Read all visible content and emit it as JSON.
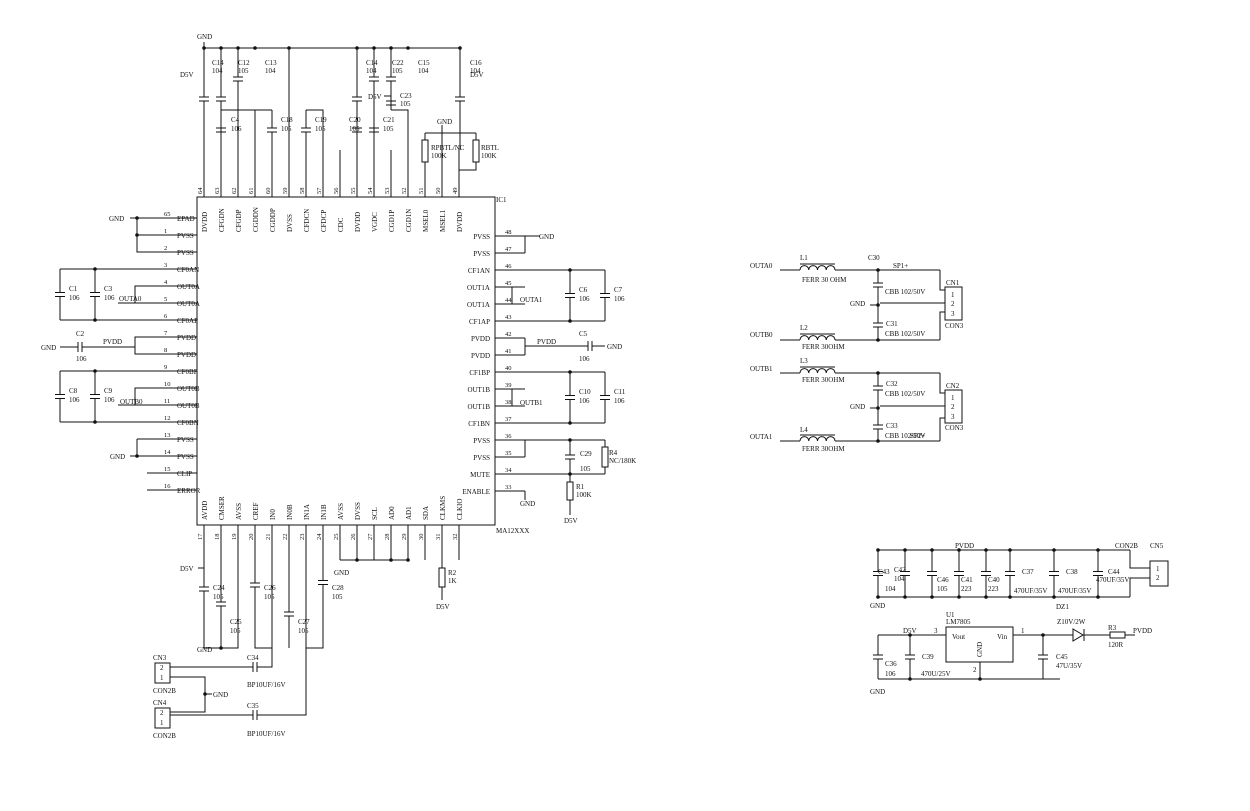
{
  "ic": {
    "ref": "IC1",
    "part": "MA12XXX",
    "left_pins": [
      {
        "num": "65",
        "name": "EPAD"
      },
      {
        "num": "1",
        "name": "PVSS"
      },
      {
        "num": "2",
        "name": "PVSS"
      },
      {
        "num": "3",
        "name": "CF0AN"
      },
      {
        "num": "4",
        "name": "OUT0A"
      },
      {
        "num": "5",
        "name": "OUT0A"
      },
      {
        "num": "6",
        "name": "CF0AP"
      },
      {
        "num": "7",
        "name": "PVDD"
      },
      {
        "num": "8",
        "name": "PVDD"
      },
      {
        "num": "9",
        "name": "CF0BP"
      },
      {
        "num": "10",
        "name": "OUT0B"
      },
      {
        "num": "11",
        "name": "OUT0B"
      },
      {
        "num": "12",
        "name": "CF0BN"
      },
      {
        "num": "13",
        "name": "PVSS"
      },
      {
        "num": "14",
        "name": "PVSS"
      },
      {
        "num": "15",
        "name": "CLIP"
      },
      {
        "num": "16",
        "name": "ERROR"
      }
    ],
    "right_pins": [
      {
        "num": "48",
        "name": "PVSS"
      },
      {
        "num": "47",
        "name": "PVSS"
      },
      {
        "num": "46",
        "name": "CF1AN"
      },
      {
        "num": "45",
        "name": "OUT1A"
      },
      {
        "num": "44",
        "name": "OUT1A"
      },
      {
        "num": "43",
        "name": "CF1AP"
      },
      {
        "num": "42",
        "name": "PVDD"
      },
      {
        "num": "41",
        "name": "PVDD"
      },
      {
        "num": "40",
        "name": "CF1BP"
      },
      {
        "num": "39",
        "name": "OUT1B"
      },
      {
        "num": "38",
        "name": "OUT1B"
      },
      {
        "num": "37",
        "name": "CF1BN"
      },
      {
        "num": "36",
        "name": "PVSS"
      },
      {
        "num": "35",
        "name": "PVSS"
      },
      {
        "num": "34",
        "name": "MUTE"
      },
      {
        "num": "33",
        "name": "ENABLE"
      }
    ],
    "top_pins": [
      {
        "num": "64",
        "name": "DVDD"
      },
      {
        "num": "63",
        "name": "CFGDN"
      },
      {
        "num": "62",
        "name": "CFGDP"
      },
      {
        "num": "61",
        "name": "CGDDN"
      },
      {
        "num": "60",
        "name": "CGDDP"
      },
      {
        "num": "59",
        "name": "DVSS"
      },
      {
        "num": "58",
        "name": "CFDCN"
      },
      {
        "num": "57",
        "name": "CFDCP"
      },
      {
        "num": "56",
        "name": "CDC"
      },
      {
        "num": "55",
        "name": "DVDD"
      },
      {
        "num": "54",
        "name": "VGDC"
      },
      {
        "num": "53",
        "name": "CGD1P"
      },
      {
        "num": "52",
        "name": "CGD1N"
      },
      {
        "num": "51",
        "name": "MSEL0"
      },
      {
        "num": "50",
        "name": "MSEL1"
      },
      {
        "num": "49",
        "name": "DVDD"
      }
    ],
    "bottom_pins": [
      {
        "num": "17",
        "name": "AVDD"
      },
      {
        "num": "18",
        "name": "CMSER"
      },
      {
        "num": "19",
        "name": "AVSS"
      },
      {
        "num": "20",
        "name": "CREF"
      },
      {
        "num": "21",
        "name": "IN0"
      },
      {
        "num": "22",
        "name": "IN0B"
      },
      {
        "num": "23",
        "name": "IN1A"
      },
      {
        "num": "24",
        "name": "IN1B"
      },
      {
        "num": "25",
        "name": "AVSS"
      },
      {
        "num": "26",
        "name": "DVSS"
      },
      {
        "num": "27",
        "name": "SCL"
      },
      {
        "num": "28",
        "name": "AD0"
      },
      {
        "num": "29",
        "name": "AD1"
      },
      {
        "num": "30",
        "name": "SDA"
      },
      {
        "num": "31",
        "name": "CLKMS"
      },
      {
        "num": "32",
        "name": "CLKIO"
      }
    ]
  },
  "labels": [
    {
      "id": "top-gnd",
      "text": "GND"
    },
    {
      "id": "d5v-tl",
      "text": "D5V"
    },
    {
      "id": "c14a",
      "text": "C14"
    },
    {
      "id": "c14a-v",
      "text": "104"
    },
    {
      "id": "c12",
      "text": "C12"
    },
    {
      "id": "c12-v",
      "text": "105"
    },
    {
      "id": "c13",
      "text": "C13"
    },
    {
      "id": "c13-v",
      "text": "104"
    },
    {
      "id": "c14b",
      "text": "C14"
    },
    {
      "id": "c14b-v",
      "text": "104"
    },
    {
      "id": "c22",
      "text": "C22"
    },
    {
      "id": "c22-v",
      "text": "105"
    },
    {
      "id": "c15",
      "text": "C15"
    },
    {
      "id": "c15-v",
      "text": "104"
    },
    {
      "id": "c16",
      "text": "C16"
    },
    {
      "id": "c16-v",
      "text": "104"
    },
    {
      "id": "d5v-tr",
      "text": "D5V"
    },
    {
      "id": "d5v-c23",
      "text": "D5V"
    },
    {
      "id": "c23",
      "text": "C23"
    },
    {
      "id": "c23-v",
      "text": "105"
    },
    {
      "id": "c4",
      "text": "C4"
    },
    {
      "id": "c4-v",
      "text": "106"
    },
    {
      "id": "c18",
      "text": "C18"
    },
    {
      "id": "c18-v",
      "text": "105"
    },
    {
      "id": "c19",
      "text": "C19"
    },
    {
      "id": "c19-v",
      "text": "105"
    },
    {
      "id": "c20",
      "text": "C20"
    },
    {
      "id": "c20-v",
      "text": "105"
    },
    {
      "id": "c21",
      "text": "C21"
    },
    {
      "id": "c21-v",
      "text": "105"
    },
    {
      "id": "gnd-rb",
      "text": "GND"
    },
    {
      "id": "rpbtl",
      "text": "RPBTL/NC"
    },
    {
      "id": "rpbtl-v",
      "text": "100K"
    },
    {
      "id": "rbtl",
      "text": "RBTL"
    },
    {
      "id": "rbtl-v",
      "text": "100K"
    },
    {
      "id": "gnd-epad",
      "text": "GND"
    },
    {
      "id": "c1",
      "text": "C1"
    },
    {
      "id": "c1-v",
      "text": "106"
    },
    {
      "id": "c3",
      "text": "C3"
    },
    {
      "id": "c3-v",
      "text": "106"
    },
    {
      "id": "outa0-net",
      "text": "OUTA0"
    },
    {
      "id": "c2",
      "text": "C2"
    },
    {
      "id": "c2-v",
      "text": "106"
    },
    {
      "id": "gnd-c2",
      "text": "GND"
    },
    {
      "id": "pvdd-l",
      "text": "PVDD"
    },
    {
      "id": "c8",
      "text": "C8"
    },
    {
      "id": "c8-v",
      "text": "106"
    },
    {
      "id": "c9",
      "text": "C9"
    },
    {
      "id": "c9-v",
      "text": "106"
    },
    {
      "id": "outb0-net",
      "text": "OUTB0"
    },
    {
      "id": "gnd-l14",
      "text": "GND"
    },
    {
      "id": "gnd-r48",
      "text": "GND"
    },
    {
      "id": "c6",
      "text": "C6"
    },
    {
      "id": "c6-v",
      "text": "106"
    },
    {
      "id": "c7",
      "text": "C7"
    },
    {
      "id": "c7-v",
      "text": "106"
    },
    {
      "id": "outa1-net",
      "text": "OUTA1"
    },
    {
      "id": "pvdd-r",
      "text": "PVDD"
    },
    {
      "id": "c5",
      "text": "C5"
    },
    {
      "id": "c5-v",
      "text": "106"
    },
    {
      "id": "gnd-c5",
      "text": "GND"
    },
    {
      "id": "c10",
      "text": "C10"
    },
    {
      "id": "c10-v",
      "text": "106"
    },
    {
      "id": "c11",
      "text": "C11"
    },
    {
      "id": "c11-v",
      "text": "106"
    },
    {
      "id": "outb1-net",
      "text": "OUTB1"
    },
    {
      "id": "c29",
      "text": "C29"
    },
    {
      "id": "c29-v",
      "text": "105"
    },
    {
      "id": "r4",
      "text": "R4"
    },
    {
      "id": "r4-v",
      "text": "NC/180K"
    },
    {
      "id": "gnd-r35",
      "text": "GND"
    },
    {
      "id": "r1",
      "text": "R1"
    },
    {
      "id": "r1-v",
      "text": "100K"
    },
    {
      "id": "d5v-r1",
      "text": "D5V"
    },
    {
      "id": "d5v-bl",
      "text": "D5V"
    },
    {
      "id": "c24",
      "text": "C24"
    },
    {
      "id": "c24-v",
      "text": "105"
    },
    {
      "id": "c25",
      "text": "C25"
    },
    {
      "id": "c25-v",
      "text": "105"
    },
    {
      "id": "gnd-bl",
      "text": "GND"
    },
    {
      "id": "c26",
      "text": "C26"
    },
    {
      "id": "c26-v",
      "text": "105"
    },
    {
      "id": "c27",
      "text": "C27"
    },
    {
      "id": "c27-v",
      "text": "105"
    },
    {
      "id": "c28",
      "text": "C28"
    },
    {
      "id": "c28-v",
      "text": "105"
    },
    {
      "id": "gnd-b25",
      "text": "GND"
    },
    {
      "id": "r2",
      "text": "R2"
    },
    {
      "id": "r2-v",
      "text": "1K"
    },
    {
      "id": "d5v-r2",
      "text": "D5V"
    },
    {
      "id": "cn3",
      "text": "CN3"
    },
    {
      "id": "cn3-p2",
      "text": "2"
    },
    {
      "id": "cn3-p1",
      "text": "1"
    },
    {
      "id": "cn3-t",
      "text": "CON2B"
    },
    {
      "id": "cn4",
      "text": "CN4"
    },
    {
      "id": "cn4-p2",
      "text": "2"
    },
    {
      "id": "cn4-p1",
      "text": "1"
    },
    {
      "id": "cn4-t",
      "text": "CON2B"
    },
    {
      "id": "gnd-cn",
      "text": "GND"
    },
    {
      "id": "c34",
      "text": "C34"
    },
    {
      "id": "c34-v",
      "text": "BP10UF/16V"
    },
    {
      "id": "c35",
      "text": "C35"
    },
    {
      "id": "c35-v",
      "text": "BP10UF/16V"
    },
    {
      "id": "outa0",
      "text": "OUTA0"
    },
    {
      "id": "l1",
      "text": "L1"
    },
    {
      "id": "l1-v",
      "text": "FERR 30 OHM"
    },
    {
      "id": "c30",
      "text": "C30"
    },
    {
      "id": "sp1",
      "text": "SP1+"
    },
    {
      "id": "c30-v",
      "text": "CBB 102/50V"
    },
    {
      "id": "gnd-sp1",
      "text": "GND"
    },
    {
      "id": "cn1",
      "text": "CN1"
    },
    {
      "id": "cn1-p1",
      "text": "1"
    },
    {
      "id": "cn1-p2",
      "text": "2"
    },
    {
      "id": "cn1-p3",
      "text": "3"
    },
    {
      "id": "cn1-t",
      "text": "CON3"
    },
    {
      "id": "outb0",
      "text": "OUTB0"
    },
    {
      "id": "l2",
      "text": "L2"
    },
    {
      "id": "l2-v",
      "text": "FERR 30OHM"
    },
    {
      "id": "c31",
      "text": "C31"
    },
    {
      "id": "c31-v",
      "text": "CBB 102/50V"
    },
    {
      "id": "outb1",
      "text": "OUTB1"
    },
    {
      "id": "l3",
      "text": "L3"
    },
    {
      "id": "l3-v",
      "text": "FERR 30OHM"
    },
    {
      "id": "c32",
      "text": "C32"
    },
    {
      "id": "c32-v",
      "text": "CBB 102/50V"
    },
    {
      "id": "gnd-sp2",
      "text": "GND"
    },
    {
      "id": "cn2",
      "text": "CN2"
    },
    {
      "id": "cn2-p1",
      "text": "1"
    },
    {
      "id": "cn2-p2",
      "text": "2"
    },
    {
      "id": "cn2-p3",
      "text": "3"
    },
    {
      "id": "cn2-t",
      "text": "CON3"
    },
    {
      "id": "outa1",
      "text": "OUTA1"
    },
    {
      "id": "l4",
      "text": "L4"
    },
    {
      "id": "l4-v",
      "text": "FERR 30OHM"
    },
    {
      "id": "c33",
      "text": "C33"
    },
    {
      "id": "c33-v",
      "text": "CBB 102/50V"
    },
    {
      "id": "sp2",
      "text": "SP2+"
    },
    {
      "id": "pvdd-ps",
      "text": "PVDD"
    },
    {
      "id": "c43",
      "text": "C43"
    },
    {
      "id": "c43-v",
      "text": "104"
    },
    {
      "id": "c42",
      "text": "C42"
    },
    {
      "id": "c42-v",
      "text": "104"
    },
    {
      "id": "c46",
      "text": "C46"
    },
    {
      "id": "c46-v",
      "text": "105"
    },
    {
      "id": "c41",
      "text": "C41"
    },
    {
      "id": "c41-v",
      "text": "223"
    },
    {
      "id": "c40",
      "text": "C40"
    },
    {
      "id": "c40-v",
      "text": "223"
    },
    {
      "id": "c37",
      "text": "C37"
    },
    {
      "id": "c37-v",
      "text": "470UF/35V"
    },
    {
      "id": "c38",
      "text": "C38"
    },
    {
      "id": "c38-v",
      "text": "470UF/35V"
    },
    {
      "id": "c44",
      "text": "C44"
    },
    {
      "id": "c44-v",
      "text": "470UF/35V"
    },
    {
      "id": "con2b-ps",
      "text": "CON2B"
    },
    {
      "id": "cn5",
      "text": "CN5"
    },
    {
      "id": "cn5-p1",
      "text": "1"
    },
    {
      "id": "cn5-p2",
      "text": "2"
    },
    {
      "id": "gnd-ps1",
      "text": "GND"
    },
    {
      "id": "dz1",
      "text": "DZ1"
    },
    {
      "id": "u1",
      "text": "U1"
    },
    {
      "id": "lm7805",
      "text": "LM7805"
    },
    {
      "id": "vout",
      "text": "Vout"
    },
    {
      "id": "vin",
      "text": "Vin"
    },
    {
      "id": "u1-gnd",
      "text": "GND"
    },
    {
      "id": "u1-p3",
      "text": "3"
    },
    {
      "id": "u1-p1",
      "text": "1"
    },
    {
      "id": "u1-p2",
      "text": "2"
    },
    {
      "id": "d5v-ps",
      "text": "D5V"
    },
    {
      "id": "z10v",
      "text": "Z10V/2W"
    },
    {
      "id": "r3",
      "text": "R3"
    },
    {
      "id": "r3-v",
      "text": "120R"
    },
    {
      "id": "pvdd-ps2",
      "text": "PVDD"
    },
    {
      "id": "c36",
      "text": "C36"
    },
    {
      "id": "c36-v",
      "text": "106"
    },
    {
      "id": "c39",
      "text": "C39"
    },
    {
      "id": "c39-v",
      "text": "470U/25V"
    },
    {
      "id": "c45",
      "text": "C45"
    },
    {
      "id": "c45-v",
      "text": "47U/35V"
    },
    {
      "id": "gnd-ps2",
      "text": "GND"
    }
  ]
}
